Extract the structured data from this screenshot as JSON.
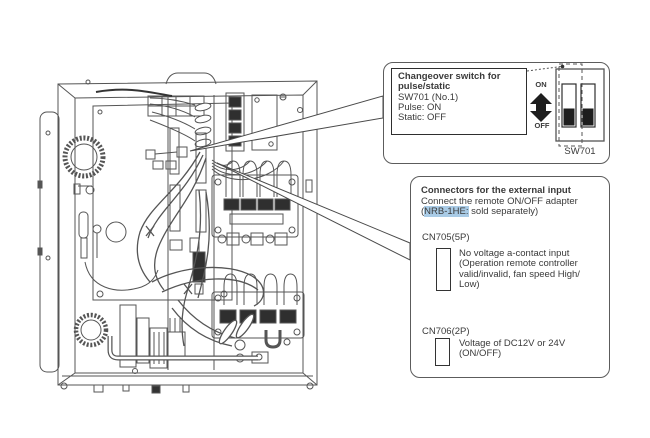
{
  "colors": {
    "background": "#ffffff",
    "line": "#555555",
    "dark_fill": "#2f2f2f",
    "text": "#3a3a3a",
    "highlight": "#a9cbe6"
  },
  "callout_switch": {
    "title_line1": "Changeover switch for",
    "title_line2": "pulse/static",
    "model_line": "SW701 (No.1)",
    "pulse_line": "Pulse: ON",
    "static_line": "Static: OFF",
    "on_label": "ON",
    "off_label": "OFF",
    "switch_label": "SW701"
  },
  "callout_connectors": {
    "title": "Connectors for the external input",
    "subtitle": "Connect the remote ON/OFF adapter",
    "note_prefix": "(",
    "note_highlight": "NRB-1HE:",
    "note_suffix": " sold separately)",
    "cn705": {
      "label": "CN705(5P)",
      "desc_lines": [
        "No voltage a-contact input",
        "(Operation remote controller",
        "valid/invalid, fan speed High/",
        "Low)"
      ]
    },
    "cn706": {
      "label": "CN706(2P)",
      "desc_lines": [
        "Voltage of DC12V or 24V",
        "(ON/OFF)"
      ]
    }
  }
}
